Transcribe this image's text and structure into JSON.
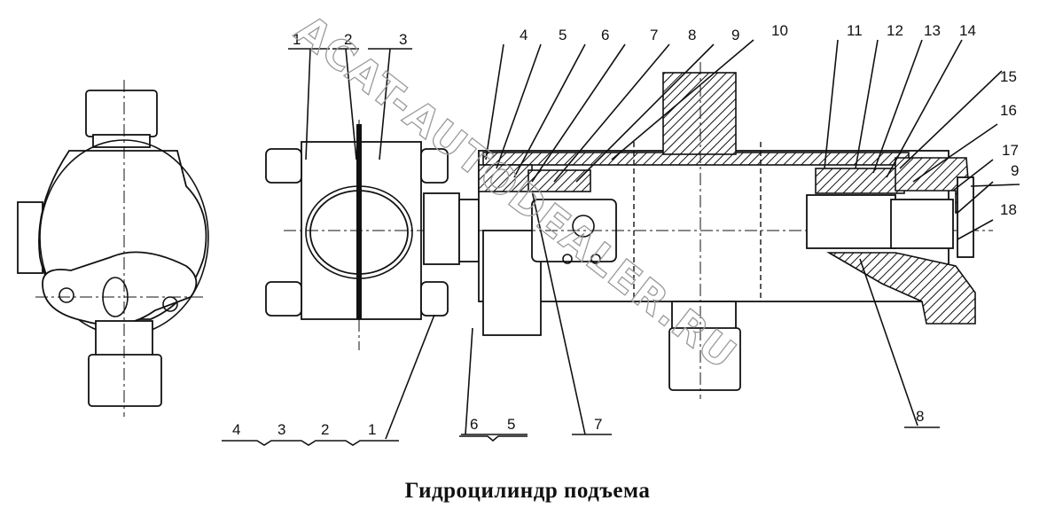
{
  "caption": "Гидроцилиндр подъема",
  "watermark": "ACAT-AUTODEALER.RU",
  "callouts_top": [
    "1",
    "2",
    "3",
    "4",
    "5",
    "6",
    "7",
    "8",
    "9",
    "10",
    "11",
    "12",
    "13",
    "14",
    "15",
    "16",
    "17",
    "9",
    "18"
  ],
  "callouts_bottom_left": [
    "4",
    "3",
    "2",
    "1"
  ],
  "callouts_bottom_mid": [
    "6",
    "5"
  ],
  "callout_7_lower": "7",
  "callout_8_lower": "8"
}
